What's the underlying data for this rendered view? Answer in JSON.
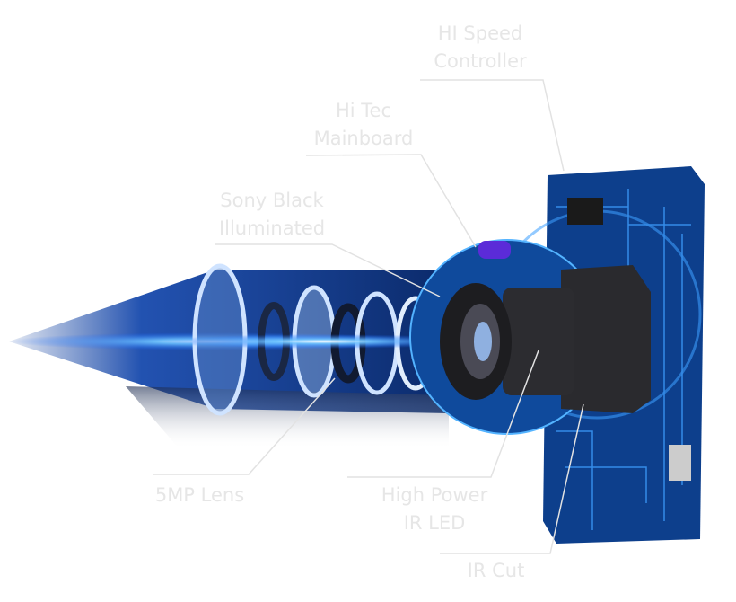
{
  "labels": {
    "hi_speed_controller": [
      "HI Speed",
      "Controller"
    ],
    "hi_tec_mainboard": [
      "Hi Tec",
      "Mainboard"
    ],
    "sony_black_illuminated": [
      "Sony Black",
      "Illuminated"
    ],
    "five_mp_lens": [
      "5MP Lens"
    ],
    "high_power_ir_led": [
      "High Power",
      "IR LED"
    ],
    "ir_cut": [
      "IR Cut"
    ]
  },
  "colors": {
    "label": "#e6e6e6",
    "leader": "#e2e2e2",
    "board": "#0d3f8c",
    "trace": "#3fa0ff",
    "beam": "#0a3a9a"
  }
}
